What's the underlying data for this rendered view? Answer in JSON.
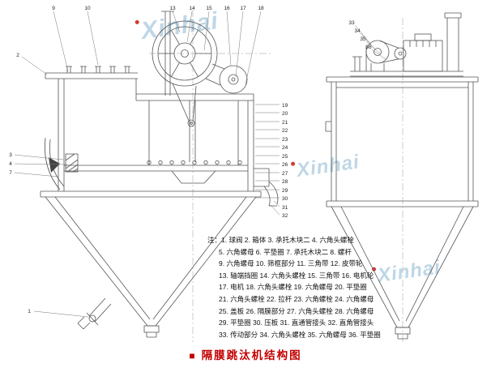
{
  "watermarks": [
    {
      "text": "Xinhai"
    },
    {
      "text": "Xinhai"
    },
    {
      "text": "Xinhai"
    }
  ],
  "title": {
    "bullet": "■",
    "text": "隔膜跳汰机结构图"
  },
  "colors": {
    "title_red": "#c40000",
    "watermark_blue": "#7dafcd",
    "line_gray": "#555555"
  },
  "legend": {
    "lines": [
      "注：1. 球阀 2. 箱体 3. 承托木块二 4. 六角头螺栓",
      "5. 六角螺母 6. 平垫圈 7. 承托木块二 8. 螺杆",
      "9. 六角螺母 10. 筛框部分 11. 三角带 12. 皮带轮",
      "13. 轴端挡圈 14. 六角头螺栓 15. 三角带 16. 电机轮",
      "17. 电机 18. 六角头螺栓 19. 六角螺母 20. 平垫圈",
      "21. 六角头螺栓 22. 拉杆 23. 六角螺栓 24. 六角螺母",
      "25. 盖板 26. 隔膜部分 27. 六角头螺栓 28. 六角螺母",
      "29. 平垫圈 30. 压板 31. 直通管接头 32. 直角管接头",
      "33. 传动部分 34. 六角头螺栓 35. 六角螺母 36. 平垫圈"
    ]
  },
  "callouts": {
    "left_top": [
      {
        "n": "9"
      },
      {
        "n": "10"
      },
      {
        "n": "13"
      },
      {
        "n": "14"
      },
      {
        "n": "15"
      },
      {
        "n": "16"
      },
      {
        "n": "17"
      },
      {
        "n": "18"
      }
    ],
    "left_side": [
      {
        "n": "2"
      },
      {
        "n": "3"
      },
      {
        "n": "4"
      },
      {
        "n": "7"
      }
    ],
    "bottom_left": {
      "n": "1"
    },
    "right_column": [
      {
        "n": "19"
      },
      {
        "n": "20"
      },
      {
        "n": "21"
      },
      {
        "n": "22"
      },
      {
        "n": "23"
      },
      {
        "n": "24"
      },
      {
        "n": "25"
      },
      {
        "n": "26"
      },
      {
        "n": "27"
      },
      {
        "n": "28"
      },
      {
        "n": "29"
      },
      {
        "n": "30"
      },
      {
        "n": "31"
      },
      {
        "n": "32"
      }
    ],
    "right_view": [
      {
        "n": "33"
      },
      {
        "n": "34"
      },
      {
        "n": "35"
      },
      {
        "n": "36"
      }
    ]
  }
}
